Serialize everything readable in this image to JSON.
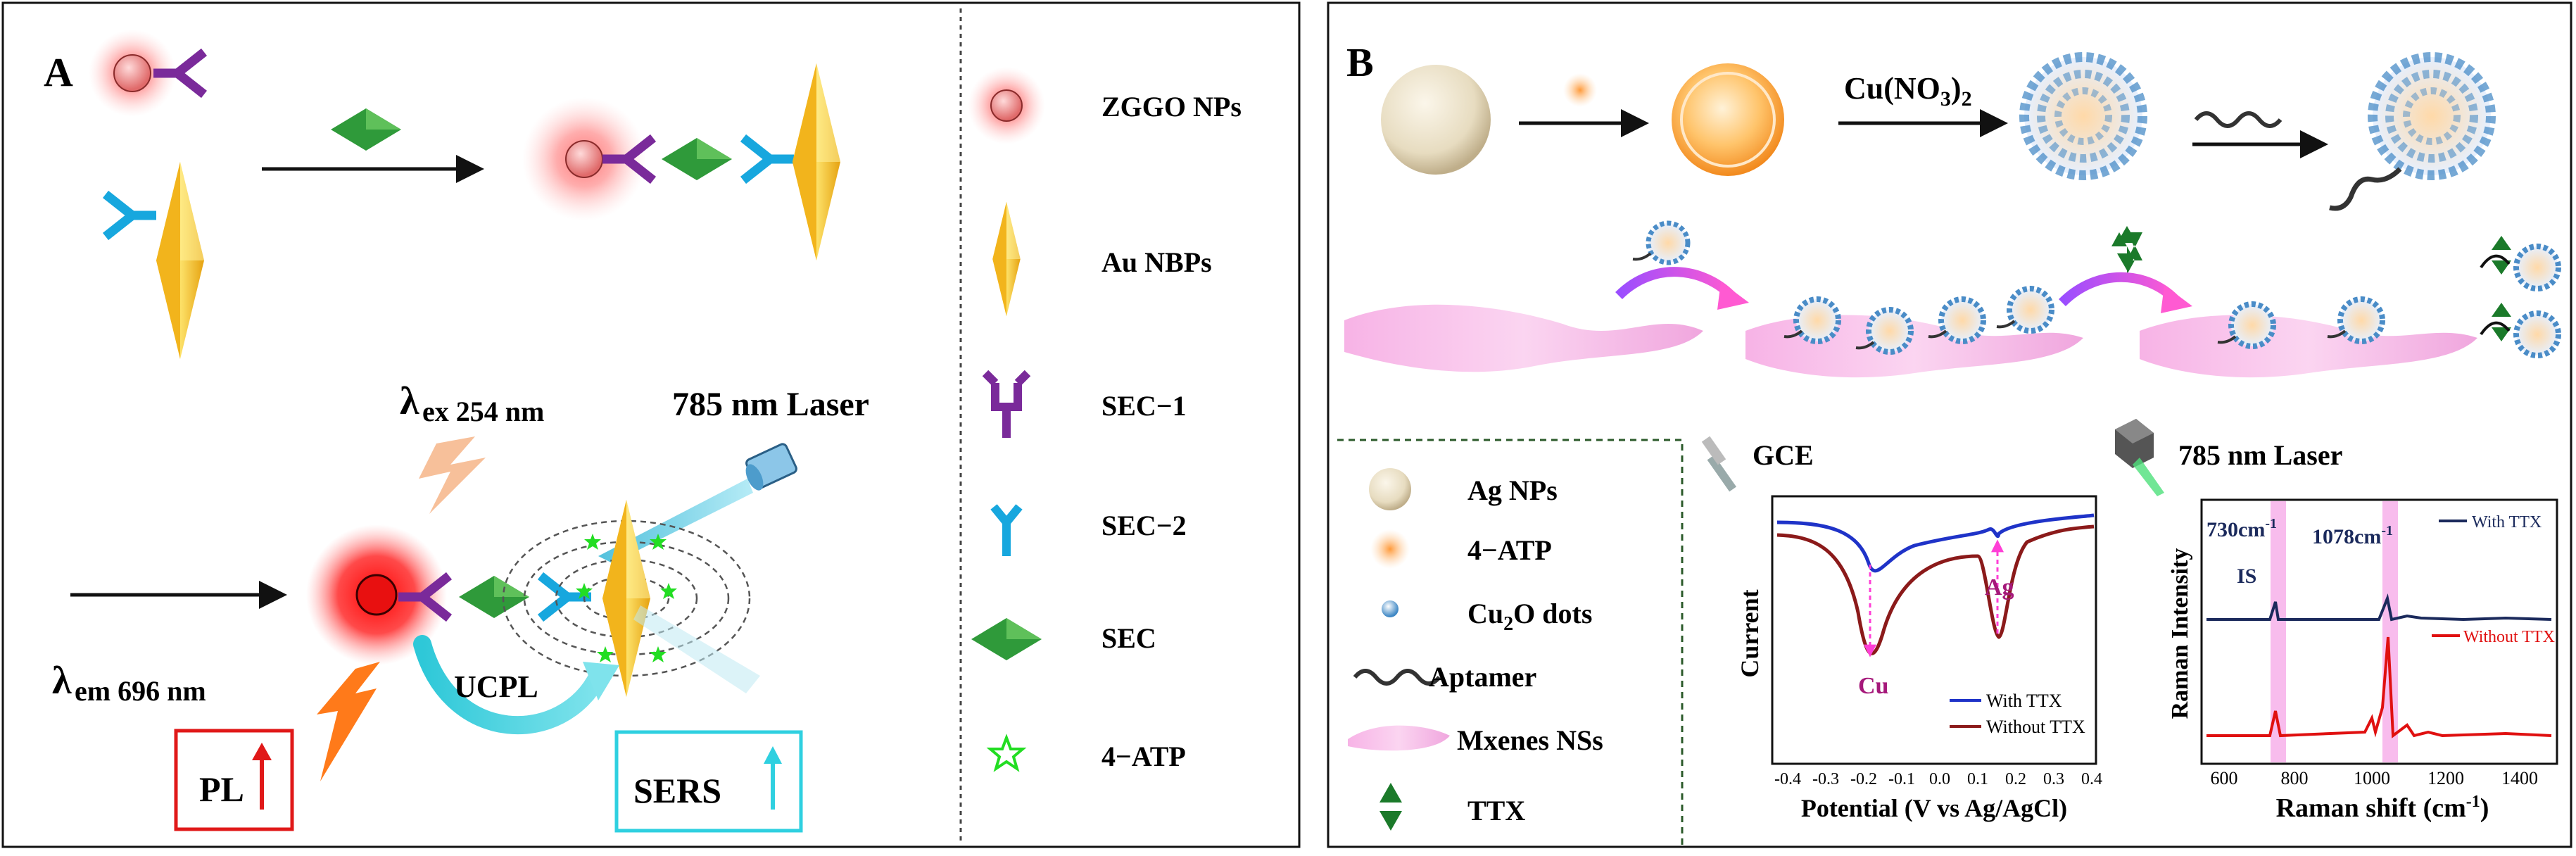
{
  "panel_a": {
    "label": "A",
    "lambda_ex": "ex 254 nm",
    "lambda_em": "em 696 nm",
    "laser": "785 nm Laser",
    "ucpl": "UCPL",
    "pl": "PL",
    "sers": "SERS"
  },
  "legend_a": {
    "items": [
      {
        "label": "ZGGO NPs"
      },
      {
        "label": "Au NBPs"
      },
      {
        "label": "SEC−1"
      },
      {
        "label": "SEC−2"
      },
      {
        "label": "SEC"
      },
      {
        "label": "4−ATP"
      }
    ]
  },
  "panel_b": {
    "label": "B",
    "reagent": "Cu(NO",
    "reagent_sub": "3",
    "reagent_tail": ")",
    "reagent_tail_sub": "2",
    "gce": "GCE",
    "laser": "785 nm Laser"
  },
  "legend_b": {
    "items": [
      {
        "label": "Ag NPs"
      },
      {
        "label": "4−ATP"
      },
      {
        "label": "Cu",
        "sub": "2",
        "tail": "O dots"
      },
      {
        "label": "Aptamer"
      },
      {
        "label": "Mxenes NSs"
      },
      {
        "label": "TTX"
      }
    ]
  },
  "cv_plot": {
    "ylabel": "Current",
    "xlabel": "Potential (V vs Ag/AgCl)",
    "xticks": [
      "-0.4",
      "-0.3",
      "-0.2",
      "-0.1",
      "0.0",
      "0.1",
      "0.2",
      "0.3",
      "0.4"
    ],
    "peak_cu": "Cu",
    "peak_ag": "Ag",
    "legend": [
      "With TTX",
      "Without TTX"
    ],
    "colors": {
      "with": "#1f33c8",
      "without": "#8b1a1a"
    }
  },
  "raman_plot": {
    "ylabel": "Raman Intensity",
    "xlabel_main": "Raman shift (cm",
    "xlabel_sup": "-1",
    "xlabel_tail": ")",
    "xticks": [
      "600",
      "800",
      "1000",
      "1200",
      "1400"
    ],
    "peak_730": "730cm",
    "peak_730_sup": "-1",
    "peak_is": "IS",
    "peak_1078": "1078cm",
    "peak_1078_sup": "-1",
    "legend": [
      "With TTX",
      "Without TTX"
    ],
    "colors": {
      "with": "#1b2a5c",
      "without": "#e01010"
    }
  }
}
